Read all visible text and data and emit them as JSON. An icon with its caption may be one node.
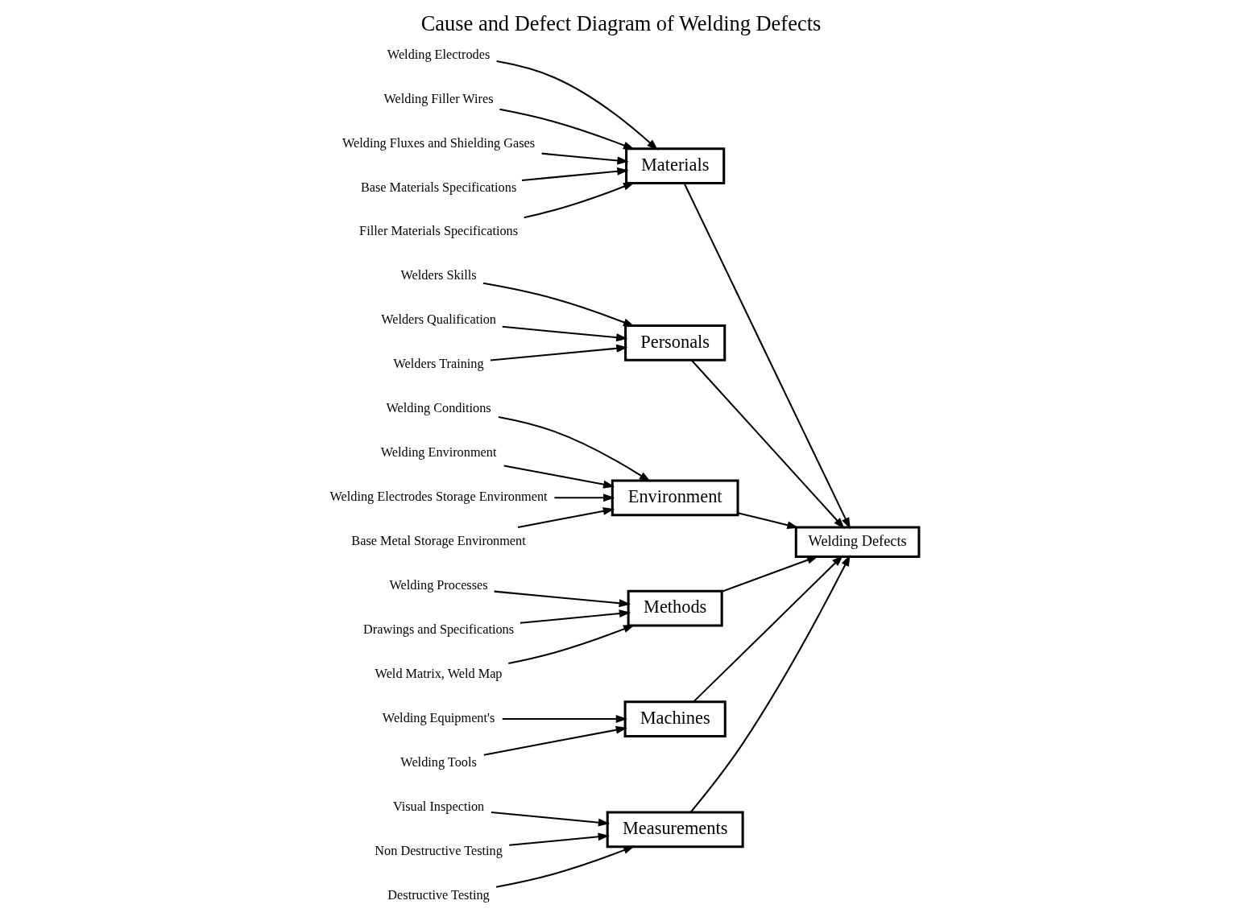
{
  "diagram": {
    "title": "Cause and Defect Diagram of Welding Defects",
    "nodes": [
      {
        "text": [
          "Measurements"
        ]
      },
      {
        "text": [
          "Visual Inspection"
        ]
      },
      {
        "text": [
          "Non Destructive Testing"
        ]
      },
      {
        "text": [
          "Destructive Testing"
        ]
      },
      {
        "text": [
          "Materials"
        ]
      },
      {
        "text": [
          "Welding Electrodes"
        ]
      },
      {
        "text": [
          "Welding Filler Wires"
        ]
      },
      {
        "text": [
          "Welding Fluxes and Shielding Gases"
        ]
      },
      {
        "text": [
          "Base Materials Specifications"
        ]
      },
      {
        "text": [
          "Filler Materials Specifications"
        ]
      },
      {
        "text": [
          "Personals"
        ]
      },
      {
        "text": [
          "Welders Skills"
        ]
      },
      {
        "text": [
          "Welders Qualification"
        ]
      },
      {
        "text": [
          "Welders Training"
        ]
      },
      {
        "text": [
          "Welding Defects"
        ]
      },
      {
        "text": [
          "Welding Conditions"
        ]
      },
      {
        "text": [
          "Welding Environment"
        ]
      },
      {
        "text": [
          "Welding Electrodes Storage Environment"
        ]
      },
      {
        "text": [
          "Base Metal Storage Environment"
        ]
      },
      {
        "text": [
          "Environment"
        ]
      },
      {
        "text": [
          "Welding Processes"
        ]
      },
      {
        "text": [
          "Drawings and Specifications"
        ]
      },
      {
        "text": [
          "Weld Matrix, Weld Map"
        ]
      },
      {
        "text": [
          "Methods"
        ]
      },
      {
        "text": [
          "Welding Equipment's"
        ]
      },
      {
        "text": [
          "Welding Tools"
        ]
      },
      {
        "text": [
          "Machines"
        ]
      }
    ],
    "edges": [
      {
        "from": 1,
        "to": 0,
        "arrow": "to"
      },
      {
        "from": 2,
        "to": 0,
        "arrow": "to"
      },
      {
        "from": 3,
        "to": 0,
        "arrow": "to"
      },
      {
        "from": 5,
        "to": 4,
        "arrow": "to"
      },
      {
        "from": 6,
        "to": 4,
        "arrow": "to"
      },
      {
        "from": 7,
        "to": 4,
        "arrow": "to"
      },
      {
        "from": 8,
        "to": 4,
        "arrow": "to"
      },
      {
        "from": 9,
        "to": 4,
        "arrow": "to"
      },
      {
        "from": 11,
        "to": 10,
        "arrow": "to"
      },
      {
        "from": 12,
        "to": 10,
        "arrow": "to"
      },
      {
        "from": 13,
        "to": 10,
        "arrow": "to"
      },
      {
        "from": 15,
        "to": 19,
        "arrow": "to"
      },
      {
        "from": 16,
        "to": 19,
        "arrow": "to"
      },
      {
        "from": 17,
        "to": 19,
        "arrow": "to"
      },
      {
        "from": 18,
        "to": 19,
        "arrow": "to"
      },
      {
        "from": 20,
        "to": 23,
        "arrow": "to"
      },
      {
        "from": 21,
        "to": 23,
        "arrow": "to"
      },
      {
        "from": 22,
        "to": 23,
        "arrow": "to"
      },
      {
        "from": 24,
        "to": 26,
        "arrow": "to"
      },
      {
        "from": 25,
        "to": 26,
        "arrow": "to"
      },
      {
        "from": 0,
        "to": 14,
        "arrow": "to"
      },
      {
        "from": 4,
        "to": 14,
        "arrow": "to"
      },
      {
        "from": 10,
        "to": 14,
        "arrow": "to"
      },
      {
        "from": 19,
        "to": 14,
        "arrow": "to"
      },
      {
        "from": 23,
        "to": 14,
        "arrow": "to"
      },
      {
        "from": 26,
        "to": 14,
        "arrow": "to"
      }
    ]
  }
}
